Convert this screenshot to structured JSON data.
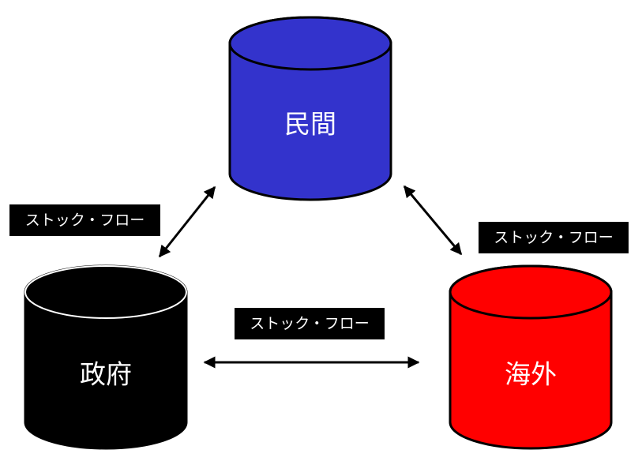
{
  "nodes": {
    "private": {
      "label": "民間",
      "color": "#3333cc"
    },
    "government": {
      "label": "政府",
      "color": "#000000"
    },
    "overseas": {
      "label": "海外",
      "color": "#ff0000"
    }
  },
  "links": {
    "private_government": {
      "label": "ストック・フロー"
    },
    "private_overseas": {
      "label": "ストック・フロー"
    },
    "government_overseas": {
      "label": "ストック・フロー"
    }
  }
}
